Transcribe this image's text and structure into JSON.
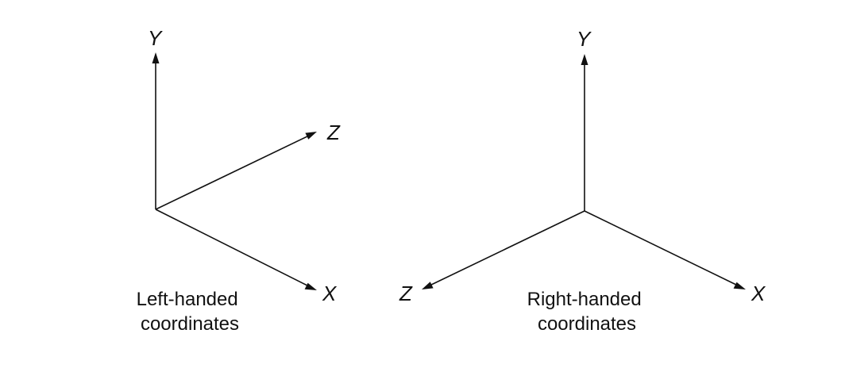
{
  "left_system": {
    "labels": {
      "y": "Y",
      "z": "Z",
      "x": "X"
    },
    "caption": [
      "Left-handed",
      "coordinates"
    ]
  },
  "right_system": {
    "labels": {
      "y": "Y",
      "z": "Z",
      "x": "X"
    },
    "caption": [
      "Right-handed",
      "coordinates"
    ]
  }
}
